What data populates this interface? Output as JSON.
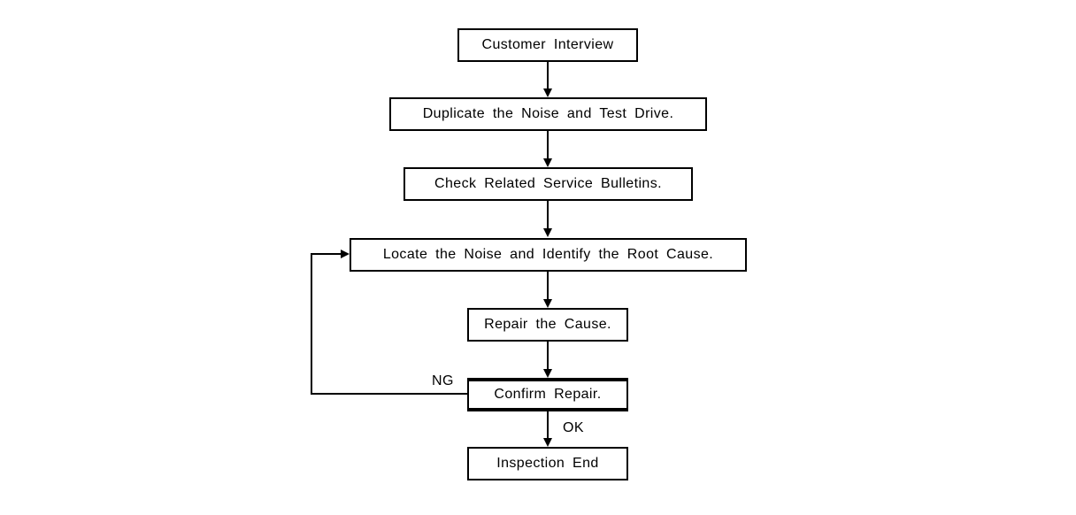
{
  "diagram": {
    "type": "flowchart",
    "orientation": "top-to-bottom",
    "background_color": "#ffffff",
    "line_color": "#000000",
    "text_color": "#000000",
    "nodes": [
      {
        "id": "customer-interview",
        "label": "Customer Interview",
        "shape": "rectangle",
        "emphasis": "normal"
      },
      {
        "id": "duplicate-noise",
        "label": "Duplicate the Noise and Test Drive.",
        "shape": "rectangle",
        "emphasis": "normal"
      },
      {
        "id": "check-bulletins",
        "label": "Check Related Service Bulletins.",
        "shape": "rectangle",
        "emphasis": "normal"
      },
      {
        "id": "locate-noise",
        "label": "Locate the Noise and Identify the Root Cause.",
        "shape": "rectangle",
        "emphasis": "normal"
      },
      {
        "id": "repair-cause",
        "label": "Repair the Cause.",
        "shape": "rectangle",
        "emphasis": "normal"
      },
      {
        "id": "confirm-repair",
        "label": "Confirm Repair.",
        "shape": "rectangle",
        "emphasis": "thick-rule"
      },
      {
        "id": "inspection-end",
        "label": "Inspection End",
        "shape": "rectangle",
        "emphasis": "normal"
      }
    ],
    "edges": [
      {
        "id": "e1",
        "from": "customer-interview",
        "to": "duplicate-noise",
        "label": ""
      },
      {
        "id": "e2",
        "from": "duplicate-noise",
        "to": "check-bulletins",
        "label": ""
      },
      {
        "id": "e3",
        "from": "check-bulletins",
        "to": "locate-noise",
        "label": ""
      },
      {
        "id": "e4",
        "from": "locate-noise",
        "to": "repair-cause",
        "label": ""
      },
      {
        "id": "e5",
        "from": "repair-cause",
        "to": "confirm-repair",
        "label": ""
      },
      {
        "id": "e6",
        "from": "confirm-repair",
        "to": "locate-noise",
        "label": "NG"
      },
      {
        "id": "e7",
        "from": "confirm-repair",
        "to": "inspection-end",
        "label": "OK"
      }
    ],
    "edge_labels": {
      "ng": "NG",
      "ok": "OK"
    }
  }
}
